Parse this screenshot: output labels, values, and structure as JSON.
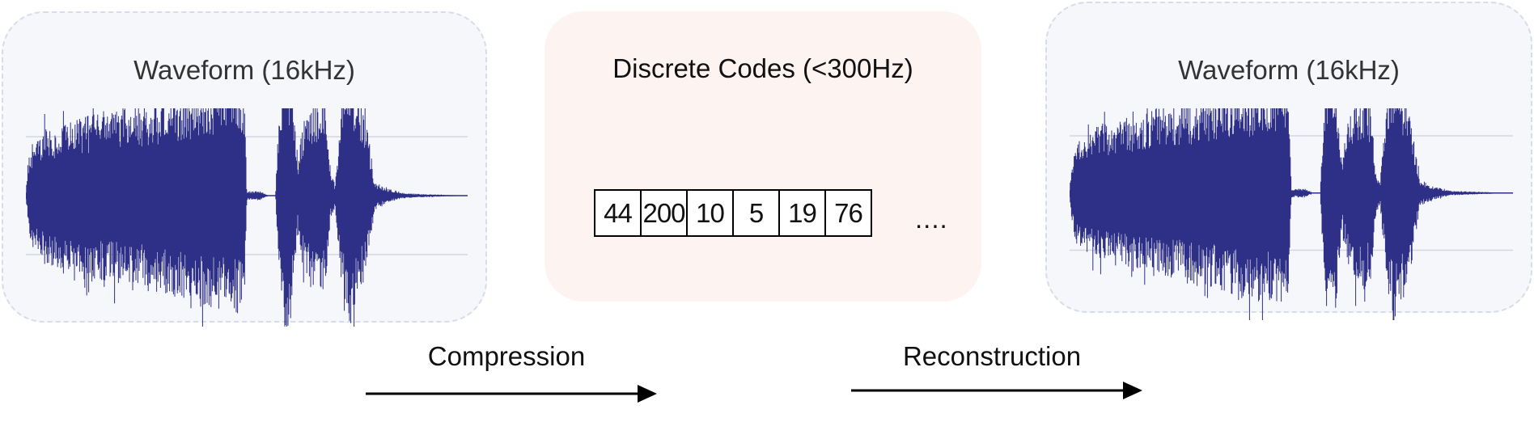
{
  "input_panel": {
    "title": "Waveform (16kHz)"
  },
  "codes_panel": {
    "title": "Discrete Codes (<300Hz)",
    "codes": [
      "44",
      "200",
      "10",
      "5",
      "19",
      "76"
    ],
    "ellipsis": "...."
  },
  "output_panel": {
    "title": "Waveform (16kHz)"
  },
  "arrows": {
    "compression": "Compression",
    "reconstruction": "Reconstruction"
  },
  "colors": {
    "waveform": "#2e2f86",
    "wave_panel_bg": "#f6f7fb",
    "codes_panel_bg": "#fdf3f1"
  }
}
